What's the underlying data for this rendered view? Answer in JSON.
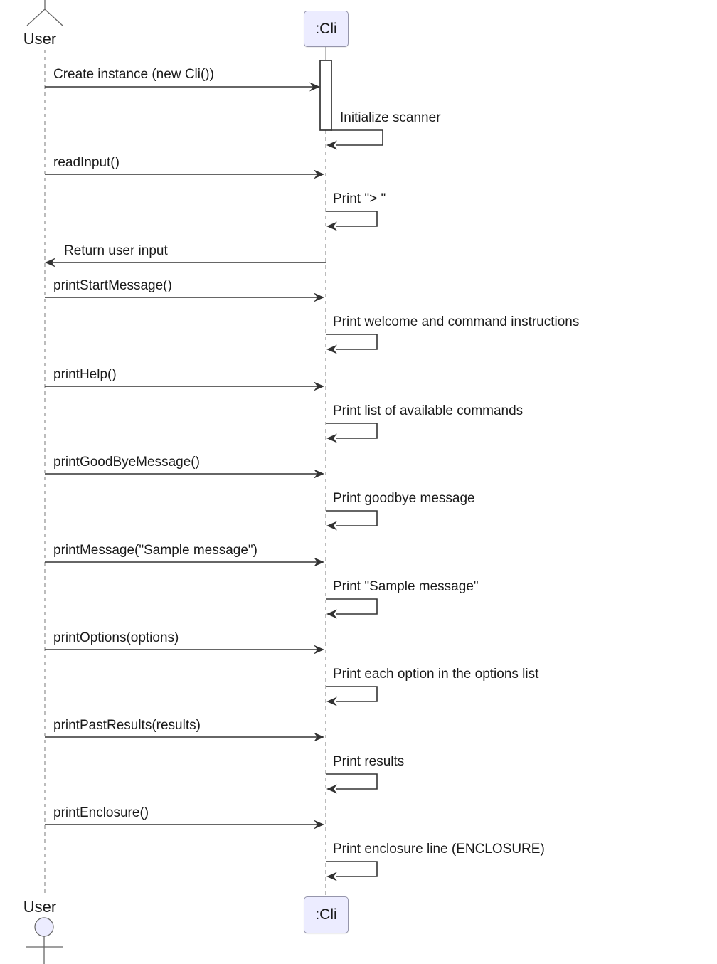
{
  "diagram": {
    "type": "uml-sequence",
    "participants": {
      "user": {
        "label": "User",
        "kind": "actor"
      },
      "cli": {
        "label": ":Cli",
        "kind": "object"
      }
    },
    "calls": [
      {
        "from": "User",
        "to": ":Cli",
        "label": "Create instance (new Cli())"
      },
      {
        "from": "User",
        "to": ":Cli",
        "label": "readInput()"
      },
      {
        "from": ":Cli",
        "to": "User",
        "label": "Return user input"
      },
      {
        "from": "User",
        "to": ":Cli",
        "label": "printStartMessage()"
      },
      {
        "from": "User",
        "to": ":Cli",
        "label": "printHelp()"
      },
      {
        "from": "User",
        "to": ":Cli",
        "label": "printGoodByeMessage()"
      },
      {
        "from": "User",
        "to": ":Cli",
        "label": "printMessage(\"Sample message\")"
      },
      {
        "from": "User",
        "to": ":Cli",
        "label": "printOptions(options)"
      },
      {
        "from": "User",
        "to": ":Cli",
        "label": "printPastResults(results)"
      },
      {
        "from": "User",
        "to": ":Cli",
        "label": "printEnclosure()"
      }
    ],
    "self_messages": [
      {
        "on": ":Cli",
        "label": "Initialize scanner"
      },
      {
        "on": ":Cli",
        "label": "Print \"> \""
      },
      {
        "on": ":Cli",
        "label": "Print welcome and command instructions"
      },
      {
        "on": ":Cli",
        "label": "Print list of available commands"
      },
      {
        "on": ":Cli",
        "label": "Print goodbye message"
      },
      {
        "on": ":Cli",
        "label": "Print \"Sample message\""
      },
      {
        "on": ":Cli",
        "label": "Print each option in the options list"
      },
      {
        "on": ":Cli",
        "label": "Print results"
      },
      {
        "on": ":Cli",
        "label": "Print enclosure line (ENCLOSURE)"
      }
    ],
    "theme": {
      "pfill": "#ECECFF",
      "pborder": "#9595ab",
      "line": "#333333",
      "lifeline": "#999999",
      "text": "#1a1a1a"
    }
  }
}
